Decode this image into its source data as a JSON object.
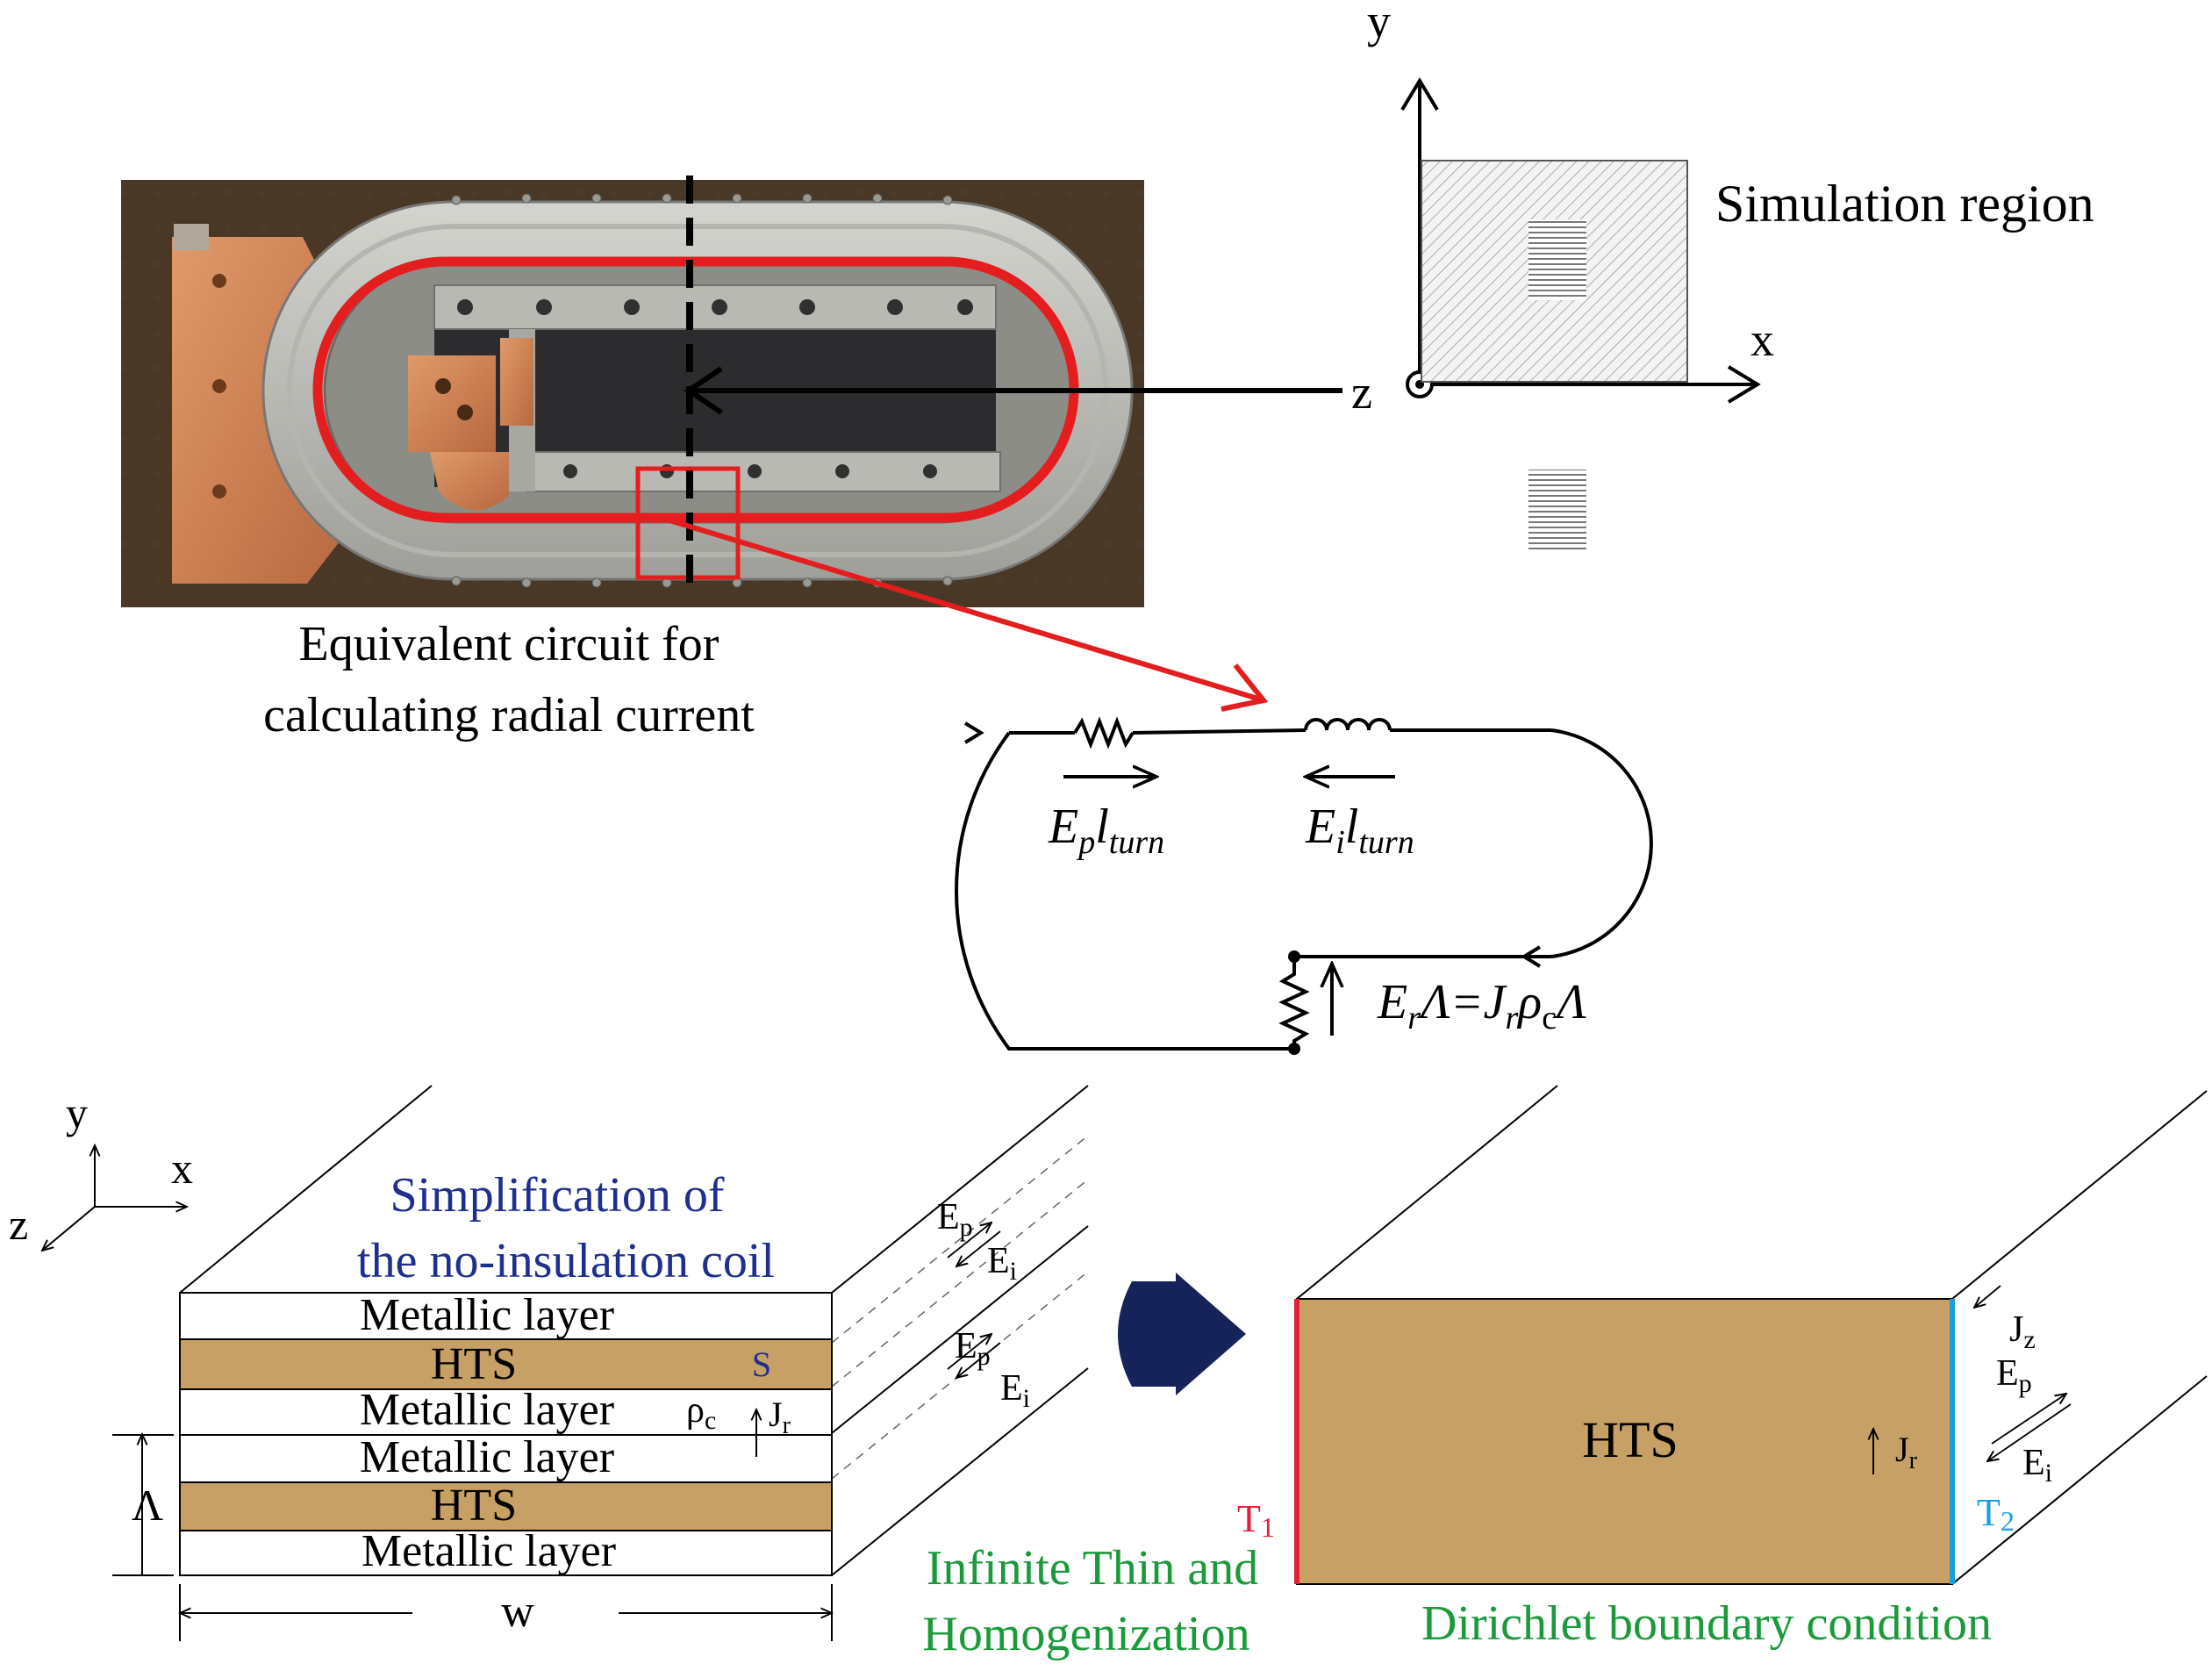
{
  "top": {
    "photo_caption": [
      "Equivalent circuit for",
      "calculating radial current"
    ],
    "axes": {
      "y": "y",
      "x": "x",
      "z": "z"
    },
    "region_label": "Simulation region"
  },
  "circuit": {
    "ep_label": {
      "E": "E",
      "sub1": "p",
      "l": "l",
      "sub2": "turn"
    },
    "ei_label": {
      "E": "E",
      "sub1": "i",
      "l": "l",
      "sub2": "turn"
    },
    "er_label": {
      "E": "E",
      "sub_r": "r",
      "lambda": "Λ",
      "eq": "=",
      "J": "J",
      "sub_r2": "r",
      "rho": "ρ",
      "sub_c": "c",
      "lambda2": "Λ"
    }
  },
  "bottom_left": {
    "axes": {
      "y": "y",
      "x": "x",
      "z": "z"
    },
    "title": [
      "Simplification of",
      "the no-insulation coil"
    ],
    "layers": [
      "Metallic layer",
      "HTS",
      "Metallic layer",
      "Metallic layer",
      "HTS",
      "Metallic layer"
    ],
    "s_label": "S",
    "rho_label": {
      "rho": "ρ",
      "sub": "c"
    },
    "jr_label": {
      "J": "J",
      "sub": "r"
    },
    "lambda_label": "Λ",
    "w_label": "w",
    "ep_label": {
      "E": "E",
      "sub": "p"
    },
    "ei_label": {
      "E": "E",
      "sub": "i"
    }
  },
  "middle": {
    "caption": [
      "Infinite Thin and",
      "Homogenization"
    ]
  },
  "bottom_right": {
    "hts_label": "HTS",
    "jr_label": {
      "J": "J",
      "sub": "r"
    },
    "jz_label": {
      "J": "J",
      "sub": "z"
    },
    "ep_label": {
      "E": "E",
      "sub": "p"
    },
    "ei_label": {
      "E": "E",
      "sub": "i"
    },
    "t1_label": {
      "T": "T",
      "sub": "1"
    },
    "t2_label": {
      "T": "T",
      "sub": "2"
    },
    "caption": "Dirichlet boundary condition"
  },
  "colors": {
    "coil_red": "#e41e1e",
    "hts_fill": "#c6a064",
    "title_blue": "#1f2f8f",
    "caption_green": "#1a9a3a",
    "t1_red": "#e0203a",
    "t2_blue": "#1aa0e0",
    "arrow_navy": "#16225a"
  }
}
